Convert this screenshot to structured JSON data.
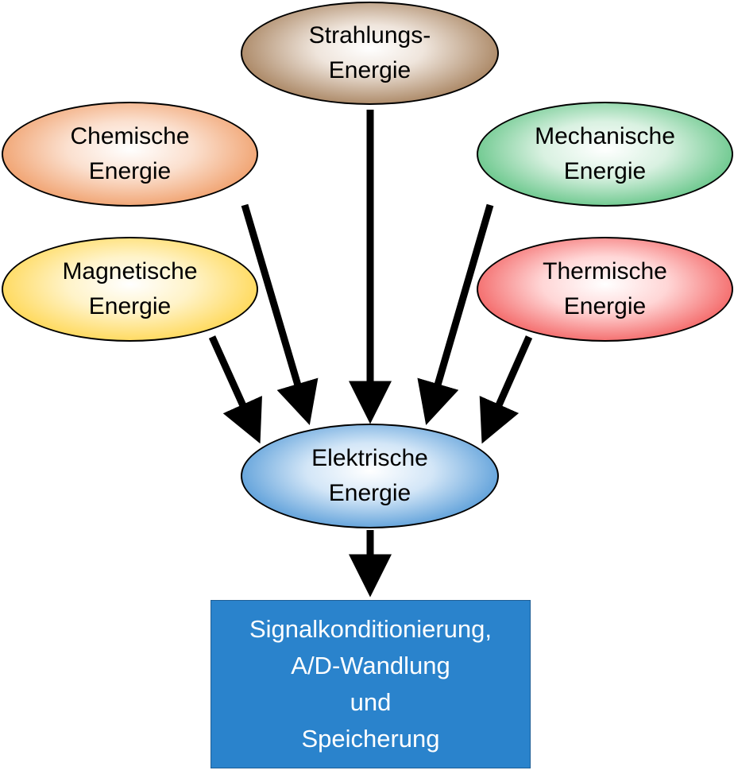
{
  "nodes": {
    "strahlung": {
      "line1": "Strahlungs-",
      "line2": "Energie",
      "color": "#7a5534"
    },
    "chemisch": {
      "line1": "Chemische",
      "line2": "Energie",
      "color": "#e57a3b"
    },
    "mechanisch": {
      "line1": "Mechanische",
      "line2": "Energie",
      "color": "#28a85a"
    },
    "magnetisch": {
      "line1": "Magnetische",
      "line2": "Energie",
      "color": "#f6c219"
    },
    "thermisch": {
      "line1": "Thermische",
      "line2": "Energie",
      "color": "#e83030"
    },
    "elektrisch": {
      "line1": "Elektrische",
      "line2": "Energie",
      "color": "#2b76bf"
    }
  },
  "output": {
    "line1": "Signalkonditionierung,",
    "line2": "A/D-Wandlung",
    "line3": "und",
    "line4": "Speicherung",
    "color": "#2a83cc"
  },
  "edges": [
    {
      "from": "strahlung",
      "to": "elektrisch"
    },
    {
      "from": "chemisch",
      "to": "elektrisch"
    },
    {
      "from": "mechanisch",
      "to": "elektrisch"
    },
    {
      "from": "magnetisch",
      "to": "elektrisch"
    },
    {
      "from": "thermisch",
      "to": "elektrisch"
    },
    {
      "from": "elektrisch",
      "to": "output"
    }
  ]
}
